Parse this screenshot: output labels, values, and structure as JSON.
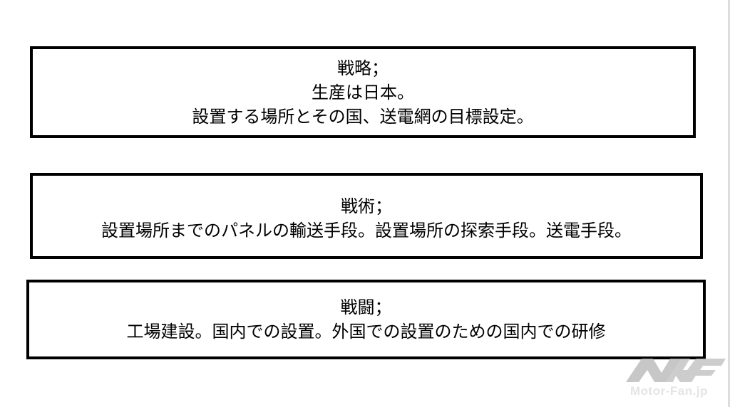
{
  "boxes": [
    {
      "title": "戦略；",
      "lines": [
        "生産は日本。",
        "設置する場所とその国、送電網の目標設定。"
      ]
    },
    {
      "title": "戦術；",
      "lines": [
        "設置場所までのパネルの輸送手段。設置場所の探索手段。送電手段。"
      ]
    },
    {
      "title": "戦闘；",
      "lines": [
        "工場建設。国内での設置。外国での設置のための国内での研修"
      ]
    }
  ],
  "logo": {
    "text": "Motor-Fan.jp"
  }
}
